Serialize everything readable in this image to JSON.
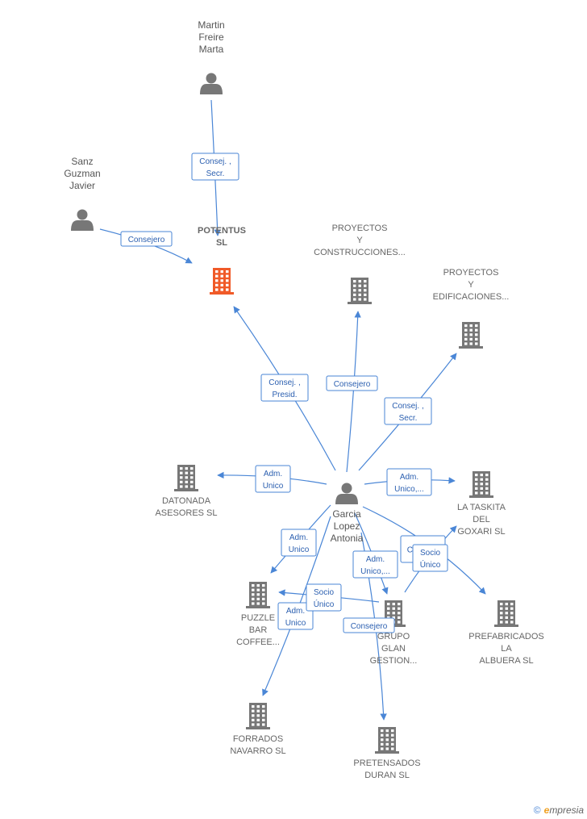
{
  "colors": {
    "edge": "#4a86d6",
    "company_main": "#f05a28",
    "company": "#777777",
    "person": "#777777"
  },
  "nodes": [
    {
      "id": "martin",
      "kind": "person",
      "lines": [
        "Martin",
        "Freire",
        "Marta"
      ]
    },
    {
      "id": "sanz",
      "kind": "person",
      "lines": [
        "Sanz",
        "Guzman",
        "Javier"
      ]
    },
    {
      "id": "potentus",
      "kind": "company_main",
      "lines": [
        "POTENTUS",
        "SL"
      ]
    },
    {
      "id": "proyectos_c",
      "kind": "company",
      "lines": [
        "PROYECTOS",
        "Y",
        "CONSTRUCCIONES..."
      ]
    },
    {
      "id": "proyectos_e",
      "kind": "company",
      "lines": [
        "PROYECTOS",
        "Y",
        "EDIFICACIONES..."
      ]
    },
    {
      "id": "garcia",
      "kind": "person",
      "lines": [
        "Garcia",
        "Lopez",
        "Antonia"
      ]
    },
    {
      "id": "datonada",
      "kind": "company",
      "lines": [
        "DATONADA",
        "ASESORES SL"
      ]
    },
    {
      "id": "taskita",
      "kind": "company",
      "lines": [
        "LA TASKITA",
        "DEL",
        "GOXARI SL"
      ]
    },
    {
      "id": "puzzle",
      "kind": "company",
      "lines": [
        "PUZZLE",
        "BAR",
        "COFFEE..."
      ]
    },
    {
      "id": "grupo",
      "kind": "company",
      "lines": [
        "GRUPO",
        "GLAN",
        "GESTION..."
      ]
    },
    {
      "id": "prefabricados",
      "kind": "company",
      "lines": [
        "PREFABRICADOS",
        "LA",
        "ALBUERA SL"
      ]
    },
    {
      "id": "forrados",
      "kind": "company",
      "lines": [
        "FORRADOS",
        "NAVARRO SL"
      ]
    },
    {
      "id": "pretensados",
      "kind": "company",
      "lines": [
        "PRETENSADOS",
        "DURAN SL"
      ]
    }
  ],
  "edges": [
    {
      "from": "martin",
      "to": "potentus",
      "label": [
        "Consej. ,",
        "Secr."
      ]
    },
    {
      "from": "sanz",
      "to": "potentus",
      "label": [
        "Consejero"
      ]
    },
    {
      "from": "garcia",
      "to": "potentus",
      "label": [
        "Consej. ,",
        "Presid."
      ]
    },
    {
      "from": "garcia",
      "to": "proyectos_c",
      "label": [
        "Consejero"
      ]
    },
    {
      "from": "garcia",
      "to": "proyectos_e",
      "label": [
        "Consej. ,",
        "Secr."
      ]
    },
    {
      "from": "garcia",
      "to": "datonada",
      "label": [
        "Adm.",
        "Unico"
      ]
    },
    {
      "from": "garcia",
      "to": "taskita",
      "label": [
        "Adm.",
        "Unico,..."
      ]
    },
    {
      "from": "garcia",
      "to": "puzzle",
      "label": [
        "Adm.",
        "Unico"
      ]
    },
    {
      "from": "garcia",
      "to": "grupo",
      "label": [
        "Adm.",
        "Unico,..."
      ]
    },
    {
      "from": "garcia",
      "to": "prefabricados",
      "label": [
        "Consej. ,"
      ]
    },
    {
      "from": "garcia",
      "to": "forrados",
      "label": [
        "Adm.",
        "Unico"
      ]
    },
    {
      "from": "garcia",
      "to": "pretensados",
      "label": [
        "Consejero"
      ]
    },
    {
      "from": "grupo",
      "to": "puzzle",
      "label": [
        "Socio",
        "Único"
      ]
    },
    {
      "from": "grupo",
      "to": "taskita",
      "label": [
        "Socio",
        "Único"
      ]
    }
  ],
  "footer": {
    "copyright": "©",
    "brand_first": "e",
    "brand_rest": "mpresia"
  }
}
